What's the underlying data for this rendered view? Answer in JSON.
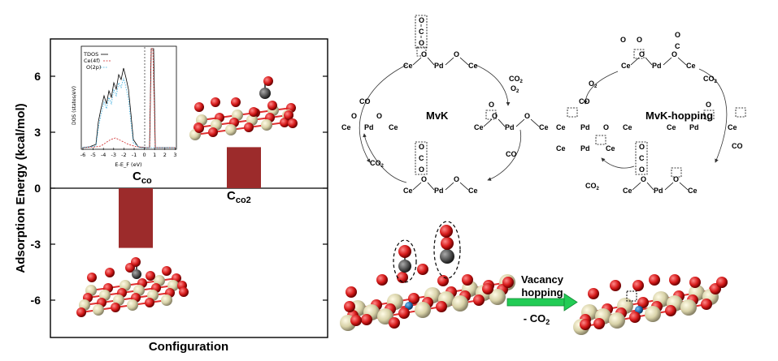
{
  "chart_data": {
    "type": "bar",
    "ylabel": "Adsorption Energy (kcal/mol)",
    "xlabel": "Configuration",
    "ylim": [
      -8,
      8
    ],
    "yticks": [
      "6",
      "3",
      "0",
      "-3",
      "-6"
    ],
    "ytick_values": [
      6,
      3,
      0,
      -3,
      -6
    ],
    "categories": [
      "C_CO",
      "C_CO2"
    ],
    "values": [
      -3.2,
      2.2
    ],
    "bar_labels": [
      {
        "main": "C",
        "sub": "co"
      },
      {
        "main": "C",
        "sub": "co2"
      }
    ],
    "bar_color": "#9c2b2b",
    "grid": false
  },
  "inset": {
    "ylabel": "DOS (states/eV)",
    "xlabel": "E-E_F (eV)",
    "xticks": [
      "-6",
      "-5",
      "-4",
      "-3",
      "-2",
      "-1",
      "0",
      "1",
      "2",
      "3"
    ],
    "legend": [
      "TDOS",
      "Ce(4f)",
      "O(2p)"
    ],
    "colors": {
      "tdos": "#000000",
      "ce4f": "#cc2222",
      "o2p": "#33aadd"
    }
  },
  "mvk": {
    "title": "MvK",
    "labels": {
      "ce": "Ce",
      "pd": "Pd",
      "o": "O",
      "c": "C",
      "co": "CO",
      "co2": "CO",
      "co2_sub": "2",
      "o2": "O",
      "o2_sub": "2"
    }
  },
  "mvk_hopping": {
    "title": "MvK-hopping"
  },
  "arrow": {
    "top": "Vacancy",
    "mid": "hopping",
    "bottom": "- CO",
    "bottom_sub": "2"
  },
  "colors": {
    "ce_atom": "#d8d2a8",
    "o_atom": "#d61a1a",
    "c_atom": "#555555",
    "pd_atom": "#1f6fb2",
    "arrow": "#22cc55"
  }
}
